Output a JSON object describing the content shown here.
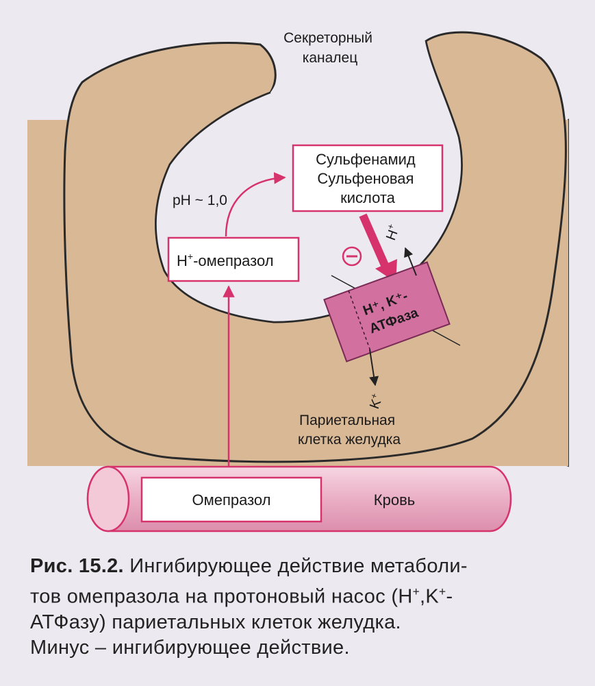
{
  "diagram": {
    "canaliculus_label_line1": "Секреторный",
    "canaliculus_label_line2": "каналец",
    "sulfenamide_line1": "Сульфенамид",
    "sulfenamide_line2": "Сульфеновая",
    "sulfenamide_line3": "кислота",
    "ph_label": "pH ~ 1,0",
    "protonated_omeprazole": "-омепразол",
    "protonated_prefix": "H",
    "protonated_sup": "+",
    "minus_sign": "−",
    "h_ion": "H",
    "k_ion": "K",
    "ion_charge": "+",
    "pump_line1": "H⁺, K⁺-",
    "pump_line2": "АТФаза",
    "cell_label_line1": "Париетальная",
    "cell_label_line2": "клетка желудка",
    "omeprazole_label": "Омепразол",
    "blood_label": "Кровь"
  },
  "caption": {
    "number": "Рис. 15.2.",
    "line1_rest": " Ингибирующее действие метаболи-",
    "line2": "тов омепразола на протоновый насос (H",
    "line2_sup1": "+",
    "line2_mid": ",K",
    "line2_sup2": "+",
    "line2_end": "-",
    "line3": "АТФазу) париетальных клеток желудка.",
    "line4": "Минус – ингибирующее действие."
  },
  "colors": {
    "cell_fill": "#d9b896",
    "background": "#eceaf0",
    "magenta": "#d6336c",
    "pump_fill": "#d270a0",
    "vessel_fill": "#ebb3c8"
  }
}
